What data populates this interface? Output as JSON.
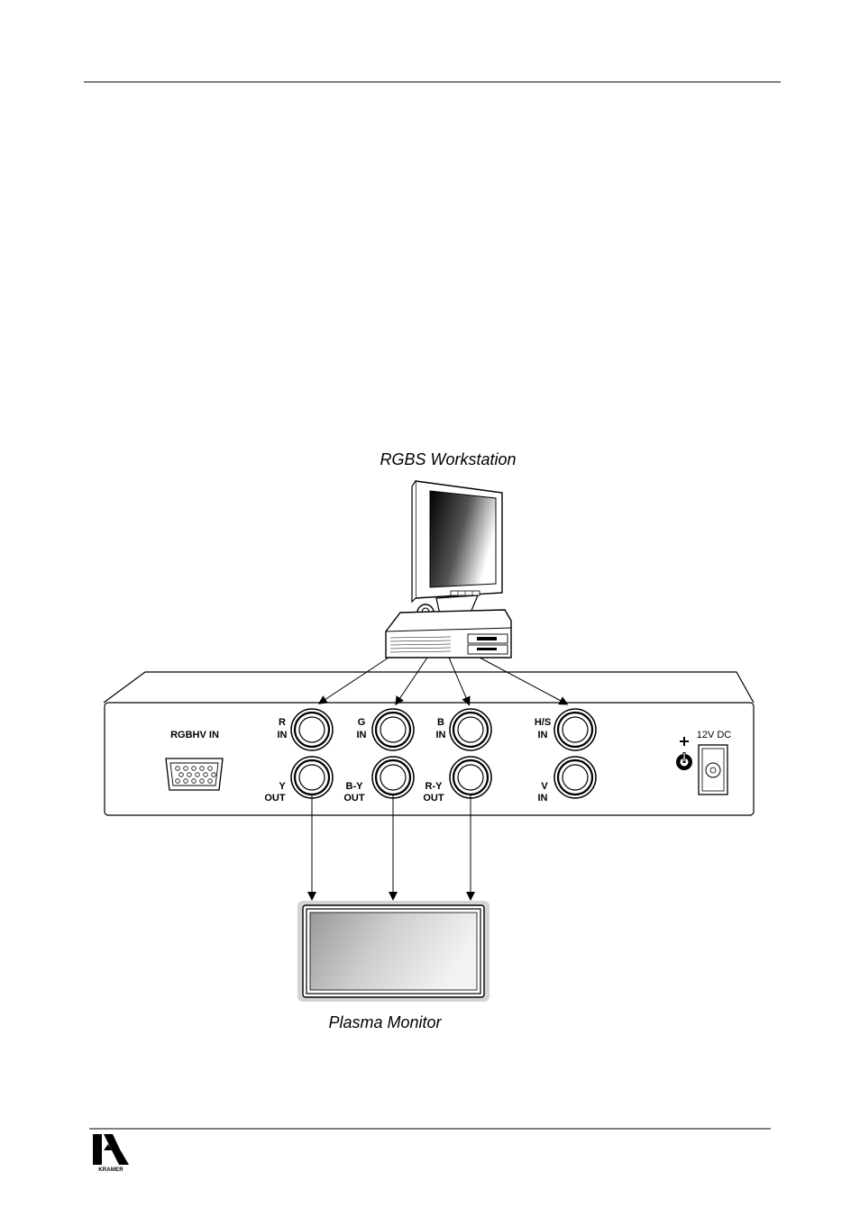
{
  "captions": {
    "source": "RGBS Workstation",
    "display": "Plasma Monitor"
  },
  "panel": {
    "rgbhv_label": "RGBHV IN",
    "power_label": "12V DC",
    "top_row": [
      {
        "line1": "R",
        "line2": "IN"
      },
      {
        "line1": "G",
        "line2": "IN"
      },
      {
        "line1": "B",
        "line2": "IN"
      },
      {
        "line1": "H/S",
        "line2": "IN"
      }
    ],
    "bottom_row": [
      {
        "line1": "Y",
        "line2": "OUT"
      },
      {
        "line1": "B-Y",
        "line2": "OUT"
      },
      {
        "line1": "R-Y",
        "line2": "OUT"
      },
      {
        "line1": "V",
        "line2": "IN"
      }
    ]
  },
  "footer": {
    "logo_text": "KRAMER"
  },
  "colors": {
    "ink": "#000000",
    "bezel": "#d0d0d0",
    "screen_dark": "#000000",
    "screen_light": "#ffffff"
  }
}
